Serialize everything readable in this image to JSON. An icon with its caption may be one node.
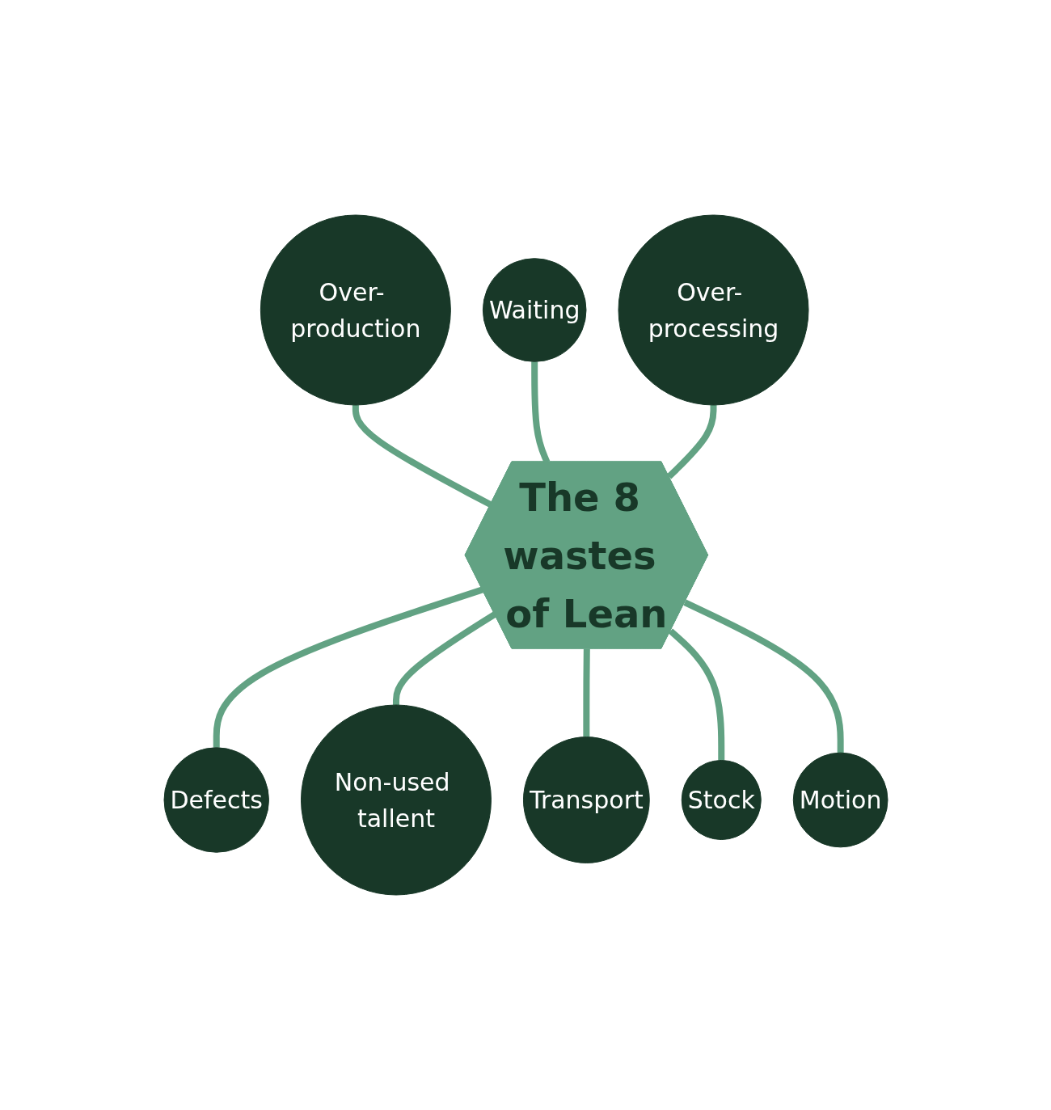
{
  "diagram": {
    "nodes": [
      {
        "text": [
          "Waiting"
        ]
      },
      {
        "text": [
          "Over- production"
        ]
      },
      {
        "text": [
          "Over- processing"
        ]
      },
      {
        "text": [
          "The 8 wastes of Lean"
        ]
      },
      {
        "text": [
          "Defects"
        ]
      },
      {
        "text": [
          "Non-used tallent"
        ]
      },
      {
        "text": [
          "Transport"
        ]
      },
      {
        "text": [
          "Stock"
        ]
      },
      {
        "text": [
          "Motion"
        ]
      }
    ],
    "edges": [
      {
        "from": 1,
        "to": 3,
        "arrow": "none"
      },
      {
        "from": 0,
        "to": 3,
        "arrow": "none"
      },
      {
        "from": 2,
        "to": 3,
        "arrow": "none"
      },
      {
        "from": 3,
        "to": 4,
        "arrow": "none"
      },
      {
        "from": 3,
        "to": 5,
        "arrow": "none"
      },
      {
        "from": 3,
        "to": 6,
        "arrow": "none"
      },
      {
        "from": 3,
        "to": 7,
        "arrow": "none"
      },
      {
        "from": 3,
        "to": 8,
        "arrow": "none"
      }
    ]
  }
}
